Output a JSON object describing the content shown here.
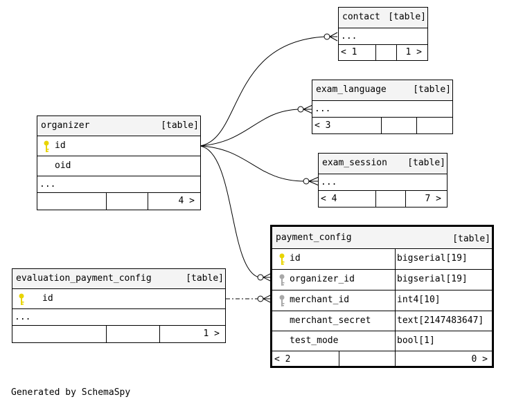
{
  "tables": {
    "contact": {
      "name": "contact",
      "kind": "[table]",
      "rows": [
        "..."
      ],
      "footer": {
        "left": "< 1",
        "right": "1 >"
      }
    },
    "exam_language": {
      "name": "exam_language",
      "kind": "[table]",
      "rows": [
        "..."
      ],
      "footer": {
        "left": "< 3",
        "right": ""
      }
    },
    "organizer": {
      "name": "organizer",
      "kind": "[table]",
      "columns": [
        {
          "name": "id",
          "key": "primary"
        },
        {
          "name": "oid",
          "key": "none"
        }
      ],
      "rows": [
        "..."
      ],
      "footer": {
        "left": "",
        "right": "4 >"
      }
    },
    "exam_session": {
      "name": "exam_session",
      "kind": "[table]",
      "rows": [
        "..."
      ],
      "footer": {
        "left": "< 4",
        "right": "7 >"
      }
    },
    "payment_config": {
      "name": "payment_config",
      "kind": "[table]",
      "columns": [
        {
          "name": "id",
          "type": "bigserial[19]",
          "key": "primary"
        },
        {
          "name": "organizer_id",
          "type": "bigserial[19]",
          "key": "foreign"
        },
        {
          "name": "merchant_id",
          "type": "int4[10]",
          "key": "foreign"
        },
        {
          "name": "merchant_secret",
          "type": "text[2147483647]",
          "key": "none"
        },
        {
          "name": "test_mode",
          "type": "bool[1]",
          "key": "none"
        }
      ],
      "footer": {
        "left": "< 2",
        "right": "0 >"
      }
    },
    "evaluation_payment_config": {
      "name": "evaluation_payment_config",
      "kind": "[table]",
      "columns": [
        {
          "name": "id",
          "key": "primary"
        }
      ],
      "rows": [
        "..."
      ],
      "footer": {
        "left": "",
        "right": "1 >"
      }
    }
  },
  "colors": {
    "primary_key": "#e8d400",
    "foreign_key": "#a8a8a8",
    "header_bg": "#f4f4f4"
  },
  "generated_by": "Generated by SchemaSpy"
}
